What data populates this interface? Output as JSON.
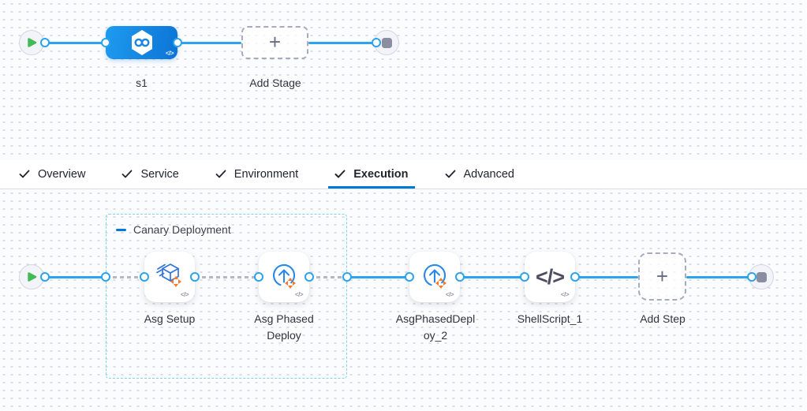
{
  "stage_canvas": {
    "stage": {
      "name": "s1"
    },
    "add_stage_label": "Add Stage"
  },
  "tab_bar": {
    "tabs": [
      {
        "label": "Overview",
        "checked": true
      },
      {
        "label": "Service",
        "checked": true
      },
      {
        "label": "Environment",
        "checked": true
      },
      {
        "label": "Execution",
        "checked": true
      },
      {
        "label": "Advanced",
        "checked": true
      }
    ],
    "active_tab": "Execution"
  },
  "execution_canvas": {
    "group": {
      "label": "Canary Deployment",
      "collapsed": false
    },
    "steps": [
      {
        "name": "Asg Setup",
        "icon": "asg-setup"
      },
      {
        "name": "Asg Phased Deploy",
        "icon": "asg-phased-deploy"
      },
      {
        "name": "AsgPhasedDeploy_2",
        "icon": "asg-phased-deploy"
      },
      {
        "name": "ShellScript_1",
        "icon": "shell-script"
      }
    ],
    "add_step_label": "Add Step"
  },
  "icons": {
    "plus": "+",
    "code_badge": "</>",
    "shell_script": "</>"
  },
  "colors": {
    "connector": "#2BA3EE",
    "accent_underline": "#0278D5",
    "group_border": "#7FD0F1",
    "stage_blue_start": "#1E9BF0",
    "stage_blue_end": "#0C74D6",
    "orange": "#F97928",
    "green": "#42BA57"
  }
}
